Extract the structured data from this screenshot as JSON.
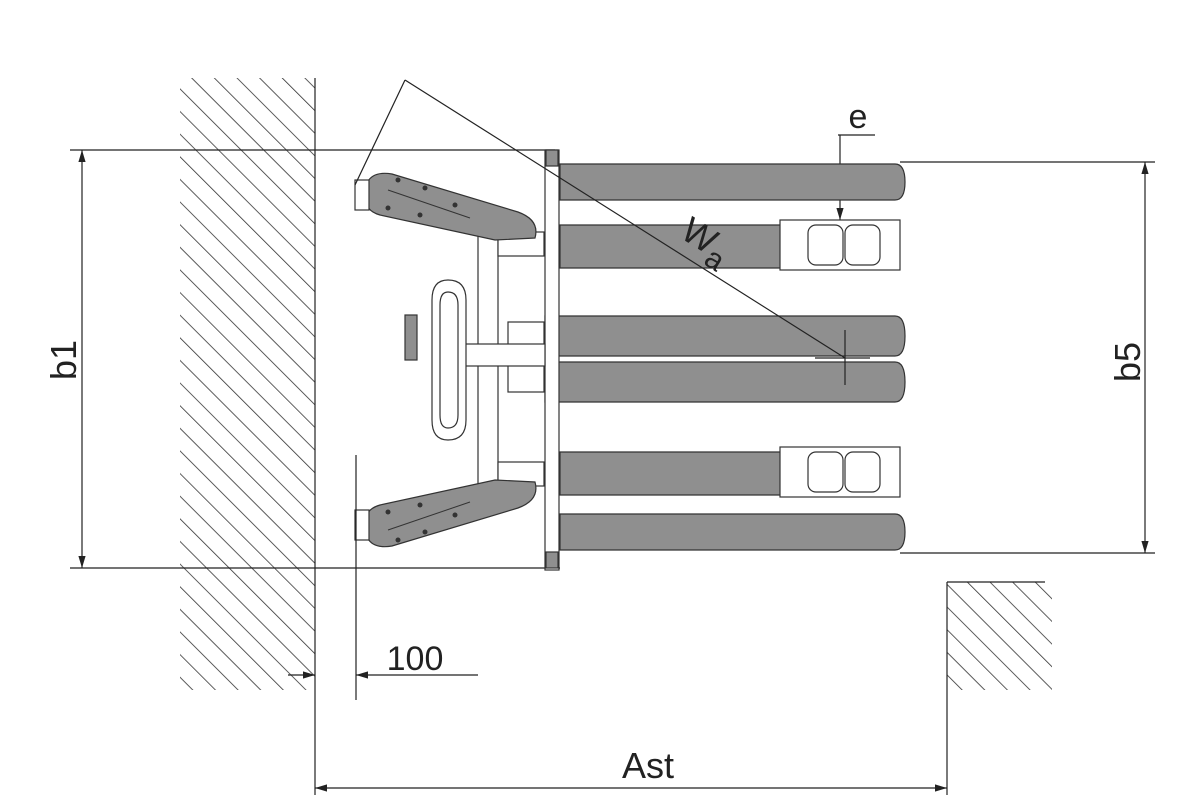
{
  "diagram": {
    "labels": {
      "b1": "b1",
      "b5": "b5",
      "e": "e",
      "wa_main": "W",
      "wa_sub": "a",
      "clearance": "100",
      "ast": "Ast"
    },
    "colors": {
      "fork": "#8f8f8f",
      "line": "#222222",
      "hatch": "#333333",
      "background": "#ffffff"
    }
  }
}
